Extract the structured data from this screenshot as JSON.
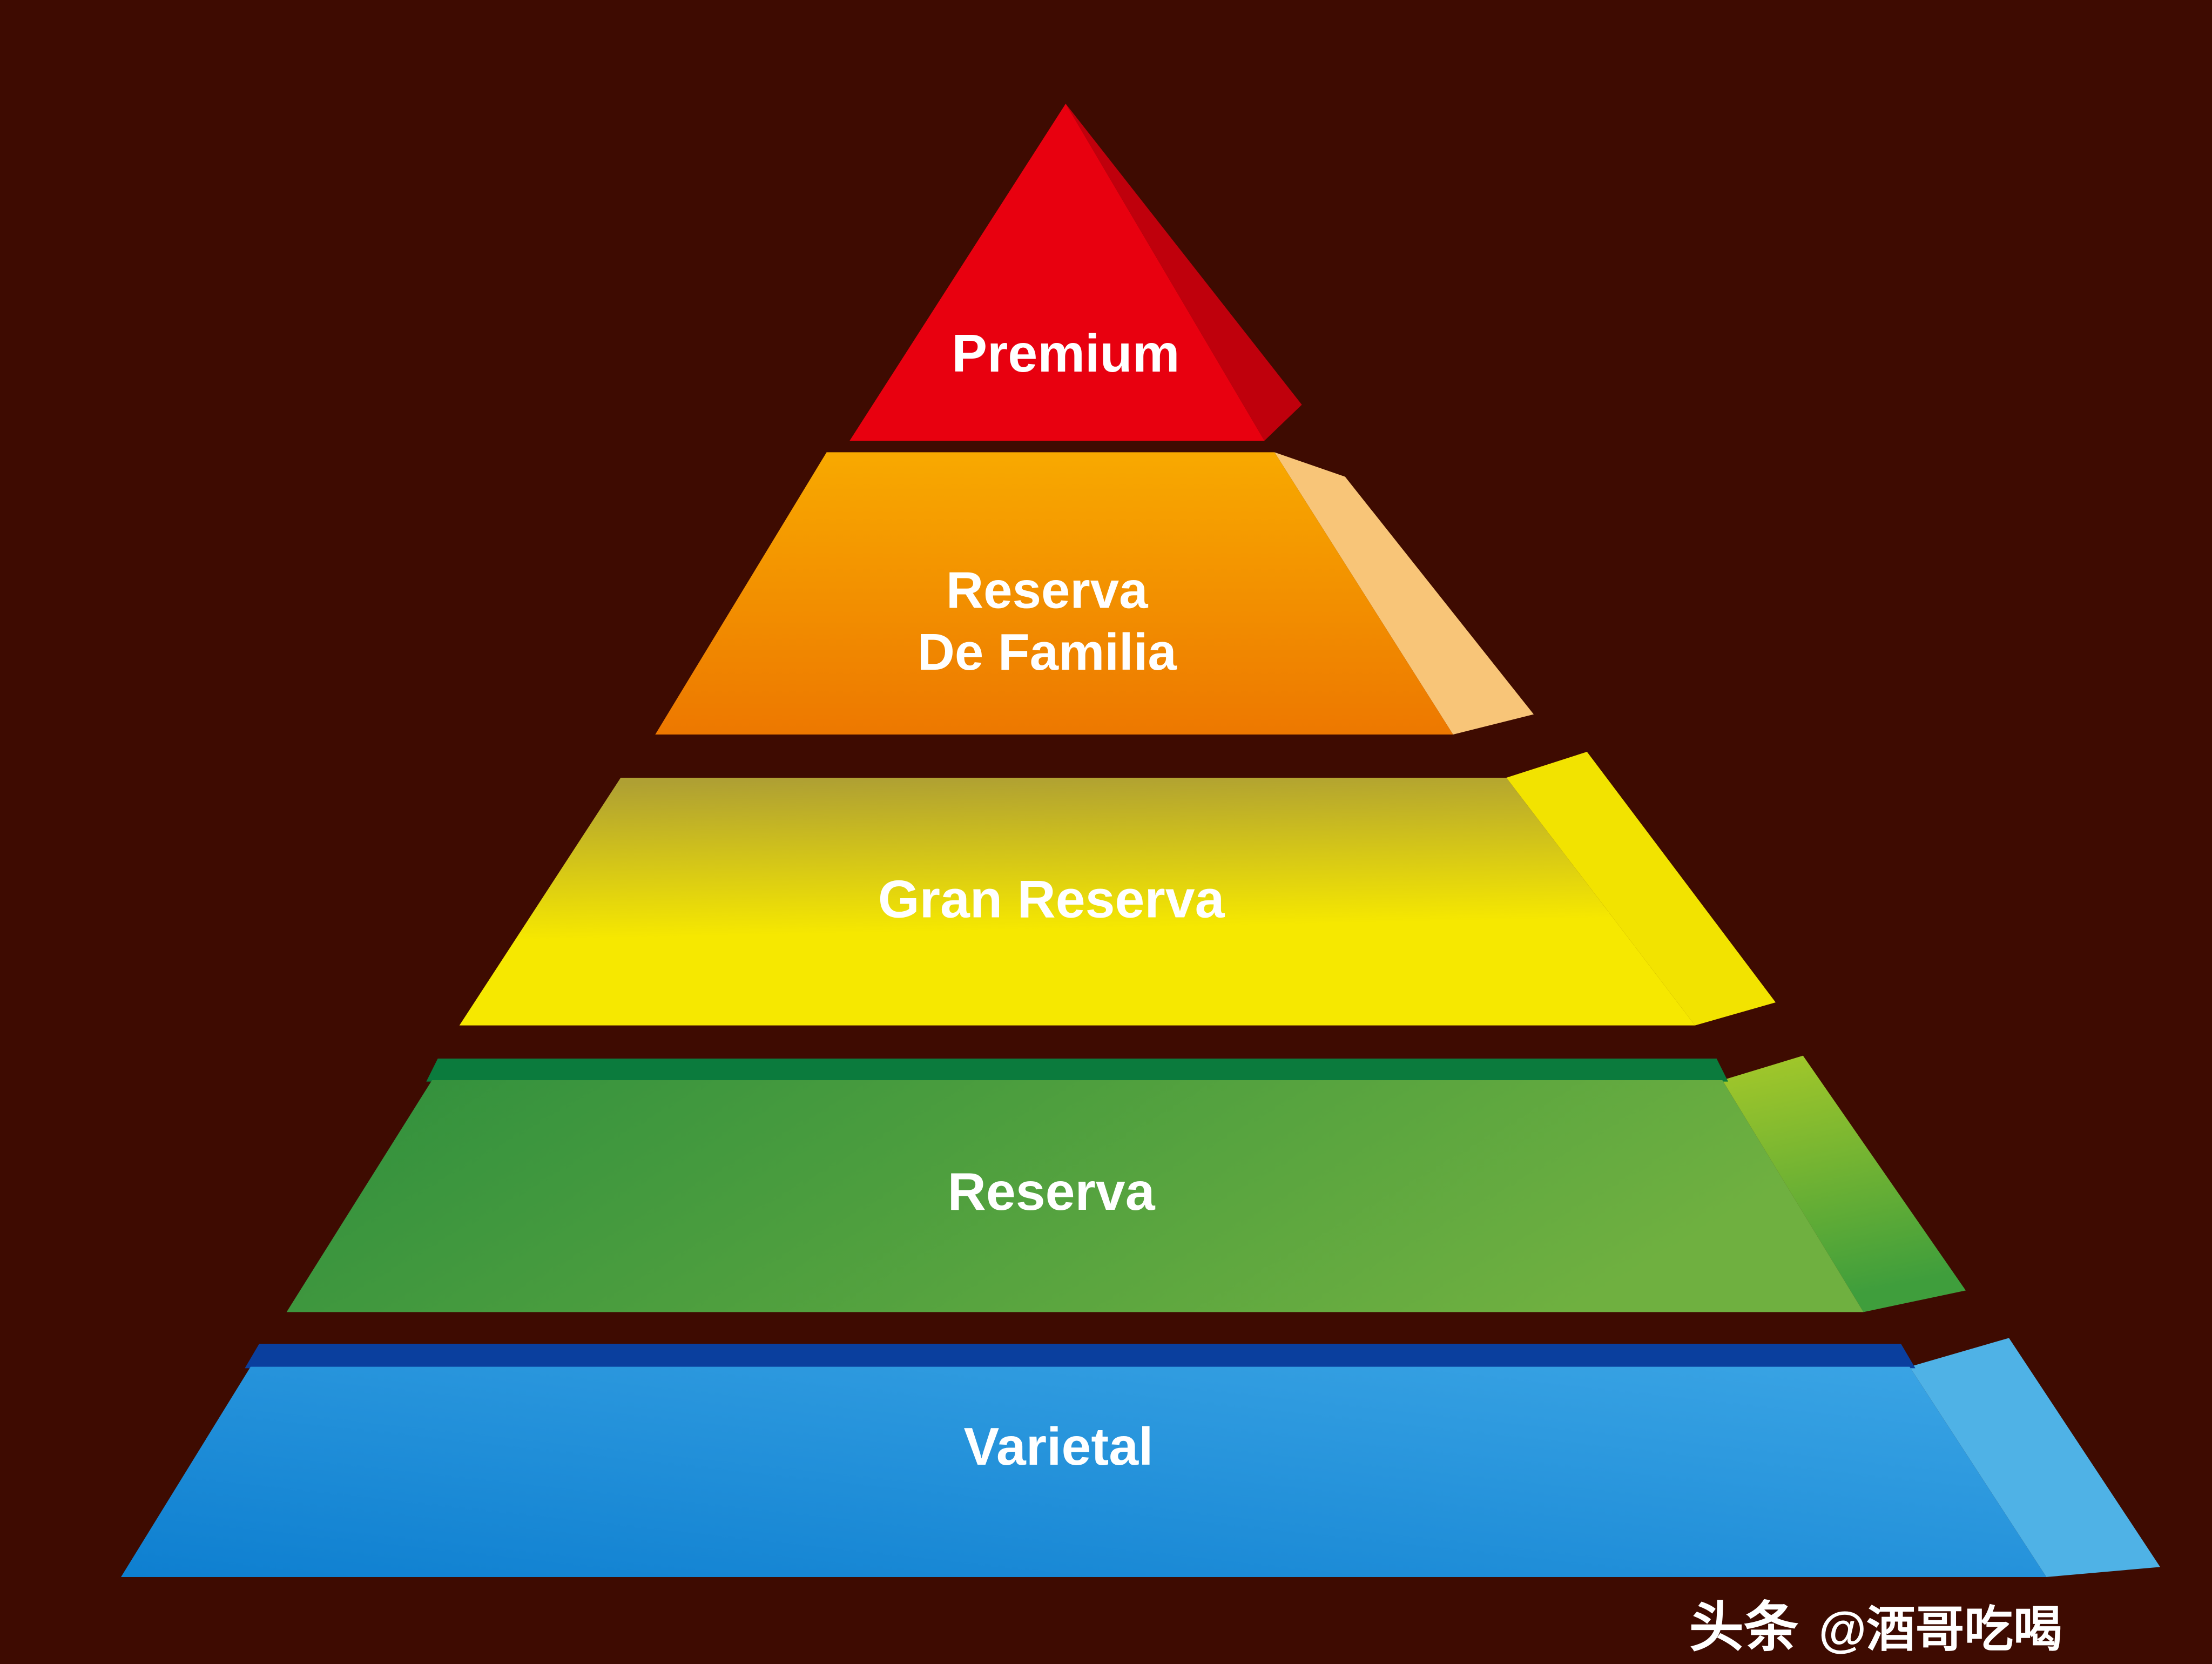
{
  "background": {
    "color": "#3E0B01"
  },
  "text_color": "#FFFFFF",
  "pyramid": {
    "description": "Wine quality tier pyramid, five 3D levels from Premium at top to Varietal at base",
    "levels": [
      {
        "name": "premium",
        "label": "Premium",
        "front": "#E8000F",
        "side": "#BF000C"
      },
      {
        "name": "reserva-de-familia",
        "label_line1": "Reserva",
        "label_line2": "De Familia",
        "front_top": "#F8A900",
        "front_bottom": "#ED7800",
        "side": "#F8C578"
      },
      {
        "name": "gran-reserva",
        "label": "Gran Reserva",
        "front_top": "#AFA033",
        "front_bottom": "#F6E800",
        "side": "#F2E300"
      },
      {
        "name": "reserva",
        "label": "Reserva",
        "front_left": "#2F8F3D",
        "front_right": "#6FB040",
        "side_top": "#A6C929",
        "side_bottom": "#3F9E3C",
        "bevel": "#0B7B3D"
      },
      {
        "name": "varietal",
        "label": "Varietal",
        "front_left": "#0E7FD0",
        "front_right": "#3BA5E5",
        "side": "#4FB2E6",
        "bevel": "#0A3F9E"
      }
    ]
  },
  "watermark": {
    "brand": "头条",
    "handle": "@酒哥吃喝",
    "color": "#FFFFFF"
  }
}
